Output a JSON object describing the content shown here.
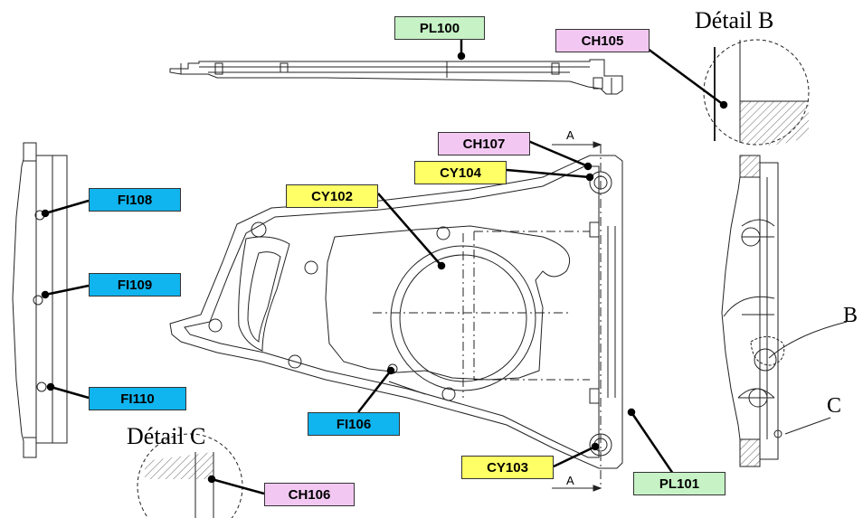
{
  "colors": {
    "pl": "#c6f2c6",
    "ch": "#f2c8f2",
    "cy": "#ffff66",
    "fi": "#10b4ee"
  },
  "labels": {
    "pl100": "PL100",
    "pl101": "PL101",
    "ch105": "CH105",
    "ch106": "CH106",
    "ch107": "CH107",
    "cy102": "CY102",
    "cy103": "CY103",
    "cy104": "CY104",
    "fi106": "FI106",
    "fi108": "FI108",
    "fi109": "FI109",
    "fi110": "FI110"
  },
  "details": {
    "detail_b": "Détail B",
    "detail_c": "Détail C"
  },
  "callouts": {
    "b": "B",
    "c": "C",
    "section_a_top": "A",
    "section_a_bottom": "A"
  }
}
